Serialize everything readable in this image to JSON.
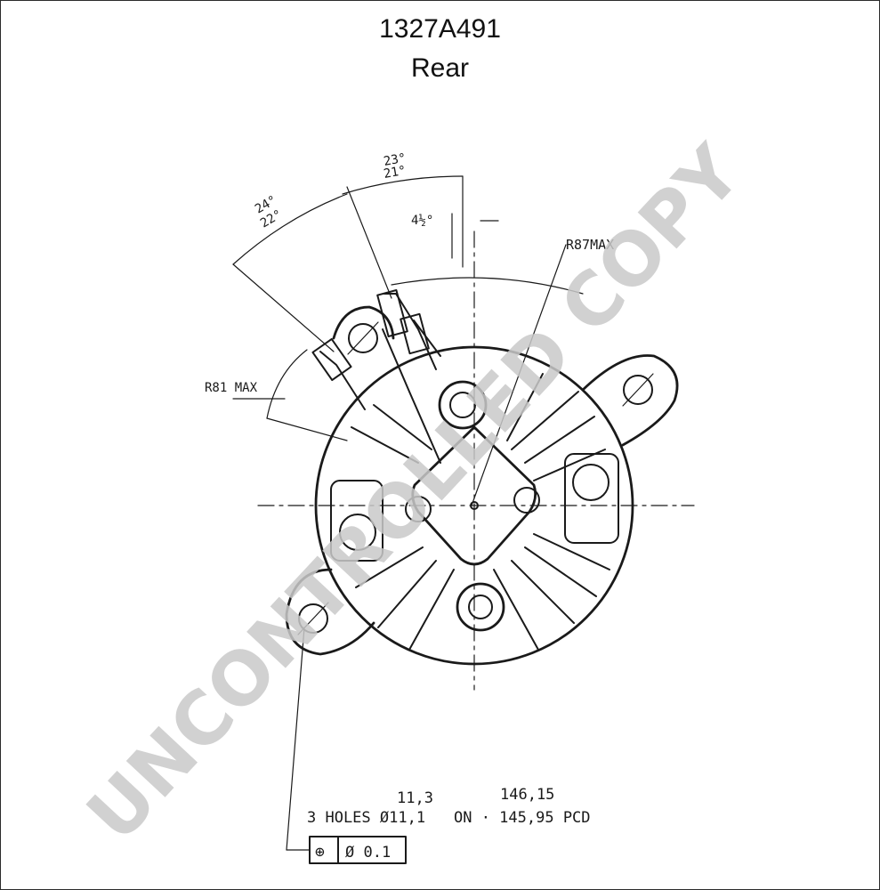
{
  "header": {
    "part_number": "1327A491",
    "view": "Rear"
  },
  "dimensions": {
    "angle_upper": "23°",
    "angle_lower": "21°",
    "angle2_upper": "24°",
    "angle2_lower": "22°",
    "offset": "4½°",
    "radius_large": "R87MAX",
    "radius_small": "R81 MAX",
    "holes_tol_upper": "11,3",
    "holes_label": "3 HOLES Ø11,1",
    "pcd_upper": "146,15",
    "pcd_label": "ON · 145,95 PCD",
    "tolerance_frame_symbol": "⊕",
    "tolerance_frame_value": "Ø 0.1"
  },
  "watermark": {
    "text": "UNCONTROLLED COPY"
  }
}
